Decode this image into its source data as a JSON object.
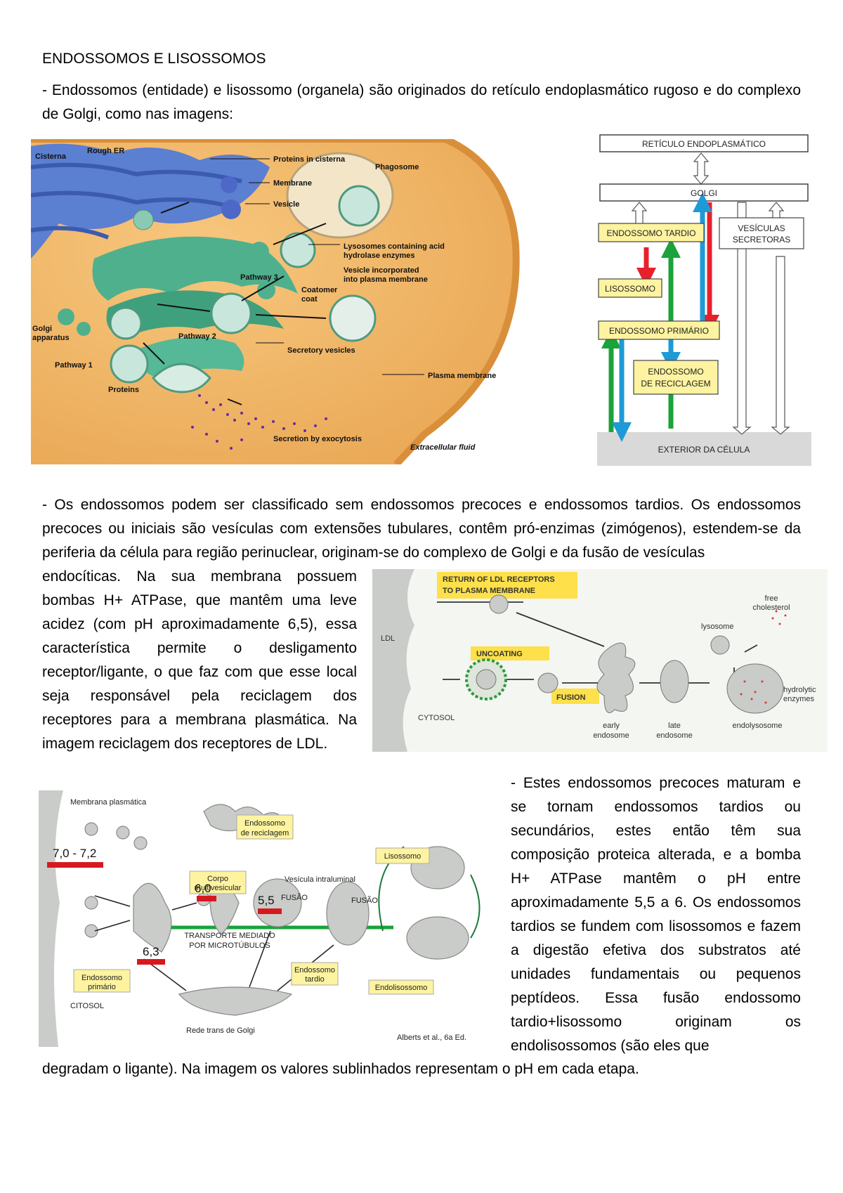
{
  "title": "ENDOSSOMOS E LISOSSOMOS",
  "para1": "- Endossomos (entidade) e lisossomo (organela) são originados do retículo endoplasmático rugoso e do complexo de Golgi, como nas imagens:",
  "para2_top": "- Os endossomos podem ser classificado sem endossomos precoces e endossomos tardios. Os endossomos precoces ou iniciais são vesículas com extensões tubulares, contêm pró-enzimas (zimógenos), estendem-se da periferia da célula para região perinuclear, originam-se do complexo de Golgi e da fusão de vesículas",
  "para2_left": "endocíticas. Na sua membrana possuem bombas H+ ATPase, que mantêm uma leve acidez (com pH aproximadamente 6,5), essa característica permite o desligamento receptor/ligante, o que faz com que esse local seja responsável pela reciclagem dos receptores para a membrana plasmática. Na imagem reciclagem dos receptores de LDL.",
  "para3_right": "- Estes endossomos precoces maturam e se tornam endossomos tardios ou secundários, estes então têm sua composição proteica alterada, e a bomba H+ ATPase mantêm o pH entre aproximadamente 5,5 a 6. Os endossomos tardios se fundem com lisossomos e fazem a digestão efetiva dos substratos até unidades fundamentais ou pequenos peptídeos. Essa fusão endossomo tardio+lisossomo originam os endolisossomos (são eles que",
  "para3_bottom": "degradam o ligante). Na imagem os valores sublinhados representam o pH em cada etapa.",
  "fig1": {
    "labels": {
      "cisterna": "Cisterna",
      "rough_er": "Rough ER",
      "proteins_cisterna": "Proteins in cisterna",
      "phagosome": "Phagosome",
      "membrane": "Membrane",
      "vesicle": "Vesicle",
      "lysosomes_l1": "Lysosomes containing acid",
      "lysosomes_l2": "hydrolase enzymes",
      "pathway3": "Pathway 3",
      "vesicle_inc_l1": "Vesicle incorporated",
      "vesicle_inc_l2": "into plasma membrane",
      "coatomer_l1": "Coatomer",
      "coatomer_l2": "coat",
      "golgi_l1": "Golgi",
      "golgi_l2": "apparatus",
      "pathway2": "Pathway 2",
      "secretory": "Secretory vesicles",
      "pathway1": "Pathway 1",
      "proteins": "Proteins",
      "plasma_membrane": "Plasma membrane",
      "secretion": "Secretion by exocytosis",
      "extracellular": "Extracellular fluid"
    }
  },
  "fig2": {
    "reticulo": "RETÍCULO ENDOPLASMÁTICO",
    "golgi": "GOLGI",
    "endossomo_tardio": "ENDOSSOMO TARDIO",
    "vesiculas_l1": "VESÍCULAS",
    "vesiculas_l2": "SECRETORAS",
    "lisossomo": "LISOSSOMO",
    "endossomo_primario": "ENDOSSOMO PRIMÁRIO",
    "reciclagem_l1": "ENDOSSOMO",
    "reciclagem_l2": "DE RECICLAGEM",
    "exterior": "EXTERIOR DA CÉLULA",
    "colors": {
      "red": "#e8202a",
      "green": "#1aa33a",
      "blue": "#1e9ad6",
      "yellow": "#fdf3a0"
    }
  },
  "fig3": {
    "return_l1": "RETURN OF LDL RECEPTORS",
    "return_l2": "TO PLASMA MEMBRANE",
    "ldl": "LDL",
    "uncoating": "UNCOATING",
    "fusion": "FUSION",
    "cytosol": "CYTOSOL",
    "lysosome": "lysosome",
    "free_l1": "free",
    "free_l2": "cholesterol",
    "hydrolytic_l1": "hydrolytic",
    "hydrolytic_l2": "enzymes",
    "early_l1": "early",
    "early_l2": "endosome",
    "late_l1": "late",
    "late_l2": "endosome",
    "endolysosome": "endolysosome"
  },
  "fig4": {
    "membrana": "Membrana plasmática",
    "reciclagem_l1": "Endossomo",
    "reciclagem_l2": "de reciclagem",
    "corpo_l1": "Corpo",
    "corpo_l2": "multivesicular",
    "vesicula": "Vesícula intraluminal",
    "lisossomo": "Lisossomo",
    "fusao1": "FUSÃO",
    "fusao2": "FUSÃO",
    "ph1": "7,0 - 7,2",
    "ph2": "6,0",
    "ph3": "5,5",
    "ph4": "6,3",
    "transporte_l1": "TRANSPORTE MEDIADO",
    "transporte_l2": "POR MICROTÚBULOS",
    "primario_l1": "Endossomo",
    "primario_l2": "primário",
    "tardio_l1": "Endossomo",
    "tardio_l2": "tardio",
    "endolisossomo": "Endolisossomo",
    "citosol": "CITOSOL",
    "rede": "Rede trans de Golgi",
    "credit": "Alberts et al., 6a Ed."
  }
}
